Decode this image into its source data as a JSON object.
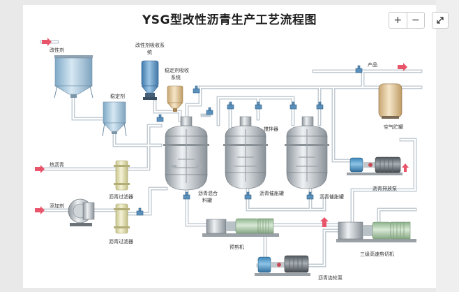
{
  "title": "YSG型改性沥青生产工艺流程图",
  "controls": {
    "zoom_in": "+",
    "zoom_out": "−"
  },
  "labels": {
    "modifier": "改性剂",
    "modifier_absorb_1": "改性剂吸收系",
    "modifier_absorb_2": "统",
    "stabilizer_absorb_1": "稳定剂吸收",
    "stabilizer_absorb_2": "系统",
    "stabilizer": "稳定剂",
    "product": "产品",
    "air_tank": "空气贮罐",
    "agitator": "搅拌器",
    "hot_asphalt": "热沥青",
    "additive": "添加剂",
    "filter_1": "沥青过滤器",
    "filter_2": "沥青过滤器",
    "mix_tank_1": "沥青混合",
    "mix_tank_2": "料罐",
    "develop_tank_1": "沥青催胀罐",
    "develop_tank_2": "沥青催胀罐",
    "discharge_pump": "沥青排放泵",
    "pre_shear": "预剪机",
    "three_stage": "三级高速剪切机",
    "gear_pump": "沥青齿轮泵"
  }
}
